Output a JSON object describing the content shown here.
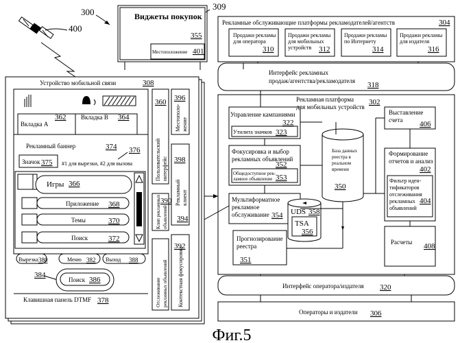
{
  "figure": {
    "caption": "Фиг.5"
  },
  "refs": {
    "r300": "300",
    "r400": "400",
    "r309": "309",
    "r355": "355",
    "r401": "401",
    "r304": "304",
    "r310": "310",
    "r312": "312",
    "r314": "314",
    "r316": "316",
    "r318": "318",
    "r302": "302",
    "r308": "308",
    "r322": "322",
    "r323": "323",
    "r352": "352",
    "r353": "353",
    "r350": "350",
    "r354": "354",
    "r358": "358",
    "r356": "356",
    "r351": "351",
    "r406": "406",
    "r402": "402",
    "r404": "404",
    "r408": "408",
    "r320": "320",
    "r306": "306",
    "r362": "362",
    "r364": "364",
    "r360": "360",
    "r396": "396",
    "r374": "374",
    "r376": "376",
    "r375": "375",
    "r398": "398",
    "r366": "366",
    "r368": "368",
    "r370": "370",
    "r372": "372",
    "r390": "390",
    "r394": "394",
    "r392": "392",
    "r380": "380",
    "r382": "382",
    "r388": "388",
    "r384": "384",
    "r386": "386",
    "r378": "378"
  },
  "labels": {
    "widgets": "Виджеты покупок",
    "location_small": "Местоположение",
    "ad_platforms": "Рекламные обслуживающие платформы рекламодателей/агентств",
    "sales_operator": [
      "Продажи рекламы",
      "для оператора"
    ],
    "sales_mobile": [
      "Продажи рекламы",
      "для мобильных",
      "устройств"
    ],
    "sales_internet": [
      "Продажи рекламы",
      "по Интернету"
    ],
    "sales_publisher": [
      "Продажи рекламы",
      "для издателя"
    ],
    "sales_interface": [
      "Интерфейс рекламных",
      "продаж/агентства/рекламодателя"
    ],
    "mobile_device": "Устройство мобильной связи",
    "ad_platform": [
      "Рекламная платформа",
      "для мобильных устройств"
    ],
    "campaign_mgmt": "Управление кампаниями",
    "icon_utility": "Утилита значков",
    "focus_select": [
      "Фокусировка и выбор",
      "рекламных объявлений"
    ],
    "common_ad": [
      "Общедоступное рек-",
      "ламное объявление"
    ],
    "db_registry": [
      "База данных",
      "реестра в",
      "реальном",
      "времени"
    ],
    "multiformat": [
      "Мультиформатное",
      "рекламное",
      "обслуживание"
    ],
    "uds": "UDS",
    "tsa": "TSA",
    "forecast": [
      "Прогнозирование",
      "реестра"
    ],
    "billing": [
      "Выставление",
      "счета"
    ],
    "reports": [
      "Формирование",
      "отчетов и анализ"
    ],
    "filter": [
      "Фильтр иден-",
      "тификаторов",
      "отслеживания",
      "рекламных",
      "объявлений"
    ],
    "calculations": "Расчеты",
    "operator_interface": "Интерфейс оператора/издателя",
    "operators": "Операторы и издатели",
    "tab_a": "Вкладка А",
    "tab_b": "Вкладка В",
    "ad_banner": "Рекламный баннер",
    "icon": "Значок",
    "cut_call": "#1 для вырезки, #2 для вызова",
    "games": "Игры",
    "apps": "Приложение",
    "themes": "Темы",
    "search": "Поиск",
    "cut": "Вырезка",
    "menu": "Меню",
    "exit": "Выход",
    "dtmf": "Клавишная панель DTMF",
    "user_interface": [
      "Пользовательский",
      "интерфейс"
    ],
    "location_v": [
      "Местополо-",
      "жение"
    ],
    "ad_client": [
      "Рекламный",
      "клиент"
    ],
    "ad_clips": [
      "Клип рекламных",
      "объявлений"
    ],
    "tracking": [
      "Отслеживание",
      "рекламных объявлений"
    ],
    "context_focus": "Контекстная фокусировка"
  }
}
